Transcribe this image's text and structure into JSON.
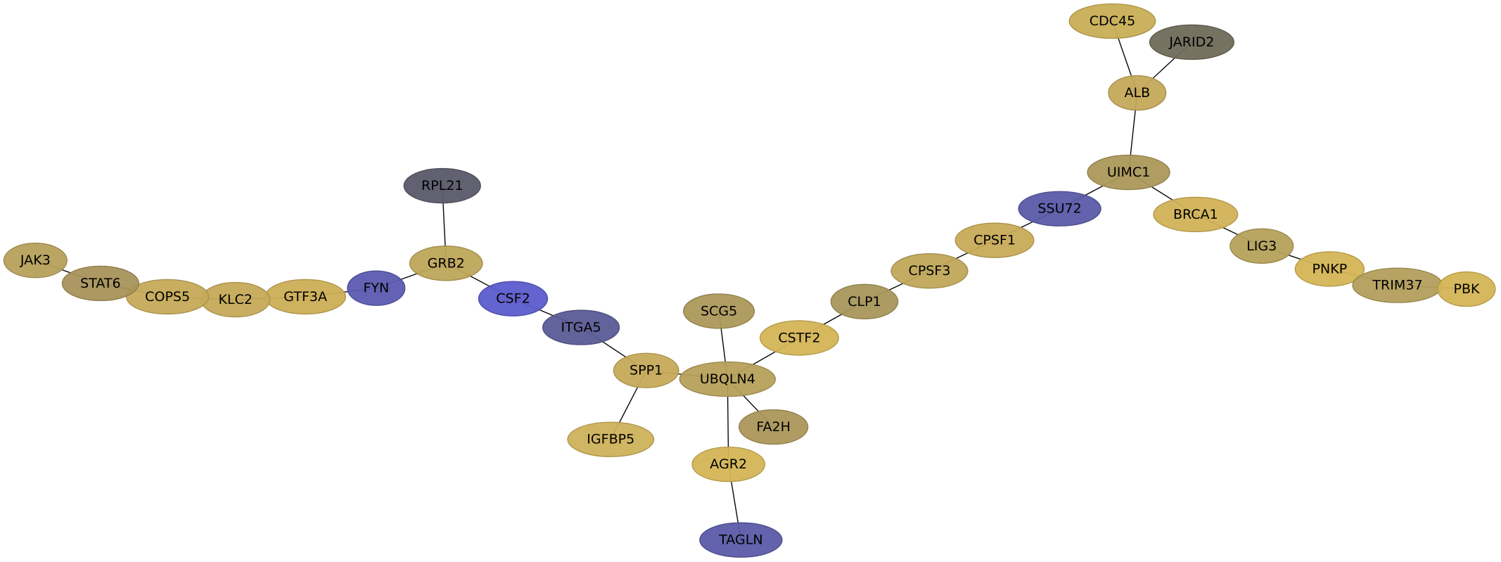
{
  "nodes": [
    {
      "id": "CDC45",
      "label": "CDC45",
      "color": "#c8ae55"
    },
    {
      "id": "JARID2",
      "label": "JARID2",
      "color": "#6e6a58"
    },
    {
      "id": "ALB",
      "label": "ALB",
      "color": "#c4a95a"
    },
    {
      "id": "UIMC1",
      "label": "UIMC1",
      "color": "#ac985a"
    },
    {
      "id": "SSU72",
      "label": "SSU72",
      "color": "#5b5aa8"
    },
    {
      "id": "BRCA1",
      "label": "BRCA1",
      "color": "#d1b256"
    },
    {
      "id": "LIG3",
      "label": "LIG3",
      "color": "#b4a15a"
    },
    {
      "id": "PNKP",
      "label": "PNKP",
      "color": "#d4b555"
    },
    {
      "id": "TRIM37",
      "label": "TRIM37",
      "color": "#b39f5c"
    },
    {
      "id": "PBK",
      "label": "PBK",
      "color": "#d4b555"
    },
    {
      "id": "CPSF1",
      "label": "CPSF1",
      "color": "#c8ab57"
    },
    {
      "id": "CPSF3",
      "label": "CPSF3",
      "color": "#c0a75a"
    },
    {
      "id": "CLP1",
      "label": "CLP1",
      "color": "#a8975b"
    },
    {
      "id": "CSTF2",
      "label": "CSTF2",
      "color": "#d4b555"
    },
    {
      "id": "SCG5",
      "label": "SCG5",
      "color": "#ac985a"
    },
    {
      "id": "UBQLN4",
      "label": "UBQLN4",
      "color": "#b6a05a"
    },
    {
      "id": "FA2H",
      "label": "FA2H",
      "color": "#ac975a"
    },
    {
      "id": "AGR2",
      "label": "AGR2",
      "color": "#d4b555"
    },
    {
      "id": "TAGLN",
      "label": "TAGLN",
      "color": "#5b5aa8"
    },
    {
      "id": "SPP1",
      "label": "SPP1",
      "color": "#c6aa58"
    },
    {
      "id": "IGFBP5",
      "label": "IGFBP5",
      "color": "#cdb15a"
    },
    {
      "id": "ITGA5",
      "label": "ITGA5",
      "color": "#5b5b96"
    },
    {
      "id": "CSF2",
      "label": "CSF2",
      "color": "#5b5ccc"
    },
    {
      "id": "GRB2",
      "label": "GRB2",
      "color": "#bea55a"
    },
    {
      "id": "RPL21",
      "label": "RPL21",
      "color": "#5a596a"
    },
    {
      "id": "FYN",
      "label": "FYN",
      "color": "#5b5ab0"
    },
    {
      "id": "GTF3A",
      "label": "GTF3A",
      "color": "#ccae55"
    },
    {
      "id": "KLC2",
      "label": "KLC2",
      "color": "#c6aa58"
    },
    {
      "id": "COPS5",
      "label": "COPS5",
      "color": "#c6aa58"
    },
    {
      "id": "STAT6",
      "label": "STAT6",
      "color": "#a8925a"
    },
    {
      "id": "JAK3",
      "label": "JAK3",
      "color": "#b6a05a"
    }
  ],
  "edges": [
    [
      "CDC45",
      "ALB"
    ],
    [
      "JARID2",
      "ALB"
    ],
    [
      "ALB",
      "UIMC1"
    ],
    [
      "UIMC1",
      "SSU72"
    ],
    [
      "UIMC1",
      "BRCA1"
    ],
    [
      "BRCA1",
      "LIG3"
    ],
    [
      "LIG3",
      "PNKP"
    ],
    [
      "PNKP",
      "TRIM37"
    ],
    [
      "TRIM37",
      "PBK"
    ],
    [
      "SSU72",
      "CPSF1"
    ],
    [
      "CPSF1",
      "CPSF3"
    ],
    [
      "CPSF3",
      "CLP1"
    ],
    [
      "CLP1",
      "CSTF2"
    ],
    [
      "CSTF2",
      "UBQLN4"
    ],
    [
      "SCG5",
      "UBQLN4"
    ],
    [
      "UBQLN4",
      "FA2H"
    ],
    [
      "UBQLN4",
      "AGR2"
    ],
    [
      "AGR2",
      "TAGLN"
    ],
    [
      "UBQLN4",
      "SPP1"
    ],
    [
      "SPP1",
      "IGFBP5"
    ],
    [
      "SPP1",
      "ITGA5"
    ],
    [
      "ITGA5",
      "CSF2"
    ],
    [
      "CSF2",
      "GRB2"
    ],
    [
      "GRB2",
      "RPL21"
    ],
    [
      "GRB2",
      "FYN"
    ],
    [
      "FYN",
      "GTF3A"
    ],
    [
      "GTF3A",
      "KLC2"
    ],
    [
      "KLC2",
      "COPS5"
    ],
    [
      "COPS5",
      "STAT6"
    ],
    [
      "STAT6",
      "JAK3"
    ]
  ]
}
